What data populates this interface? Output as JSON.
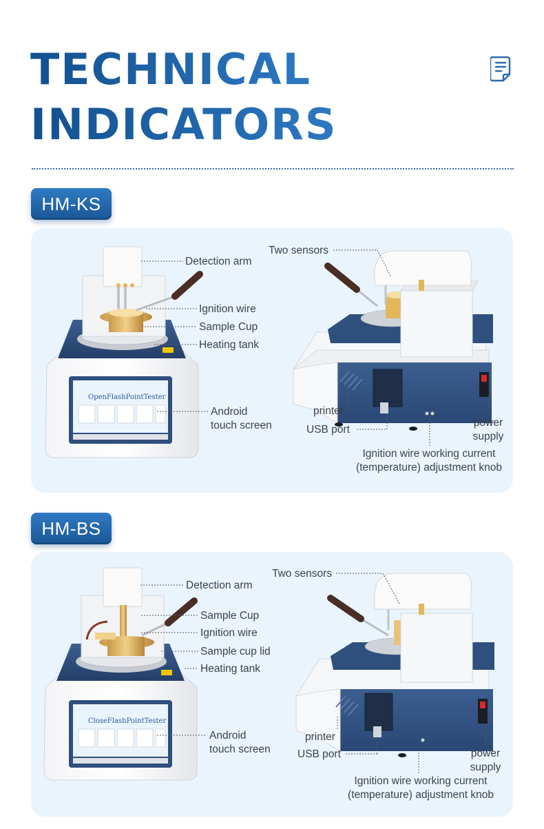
{
  "header": {
    "title_line1": "TECHNICAL",
    "title_line2": "INDICATORS",
    "icon": "document-list-icon"
  },
  "colors": {
    "brand_blue": "#1f63a8",
    "panel_bg": "#eaf4fd",
    "device_navy": "#2f4f7d"
  },
  "products": [
    {
      "model": "HM-KS",
      "screen_text": "OpenFlashPointTester",
      "front_labels": {
        "detection_arm": "Detection arm",
        "ignition_wire": "Ignition wire",
        "sample_cup": "Sample Cup",
        "heating_tank": "Heating tank",
        "touch_screen_1": "Android",
        "touch_screen_2": "touch screen"
      },
      "side_labels": {
        "two_sensors": "Two sensors",
        "printer": "printer",
        "usb_port": "USB port",
        "power_supply_1": "power",
        "power_supply_2": "supply",
        "knob_1": "Ignition wire working current",
        "knob_2": "(temperature) adjustment knob"
      }
    },
    {
      "model": "HM-BS",
      "screen_text": "CloseFlashPointTester",
      "front_labels": {
        "detection_arm": "Detection arm",
        "sample_cup": "Sample Cup",
        "ignition_wire": "Ignition wire",
        "sample_cup_lid": "Sample cup lid",
        "heating_tank": "Heating tank",
        "touch_screen_1": "Android",
        "touch_screen_2": "touch screen"
      },
      "side_labels": {
        "two_sensors": "Two sensors",
        "printer": "printer",
        "usb_port": "USB port",
        "power_supply_1": "power",
        "power_supply_2": "supply",
        "knob_1": "Ignition wire working current",
        "knob_2": "(temperature) adjustment knob"
      }
    }
  ]
}
